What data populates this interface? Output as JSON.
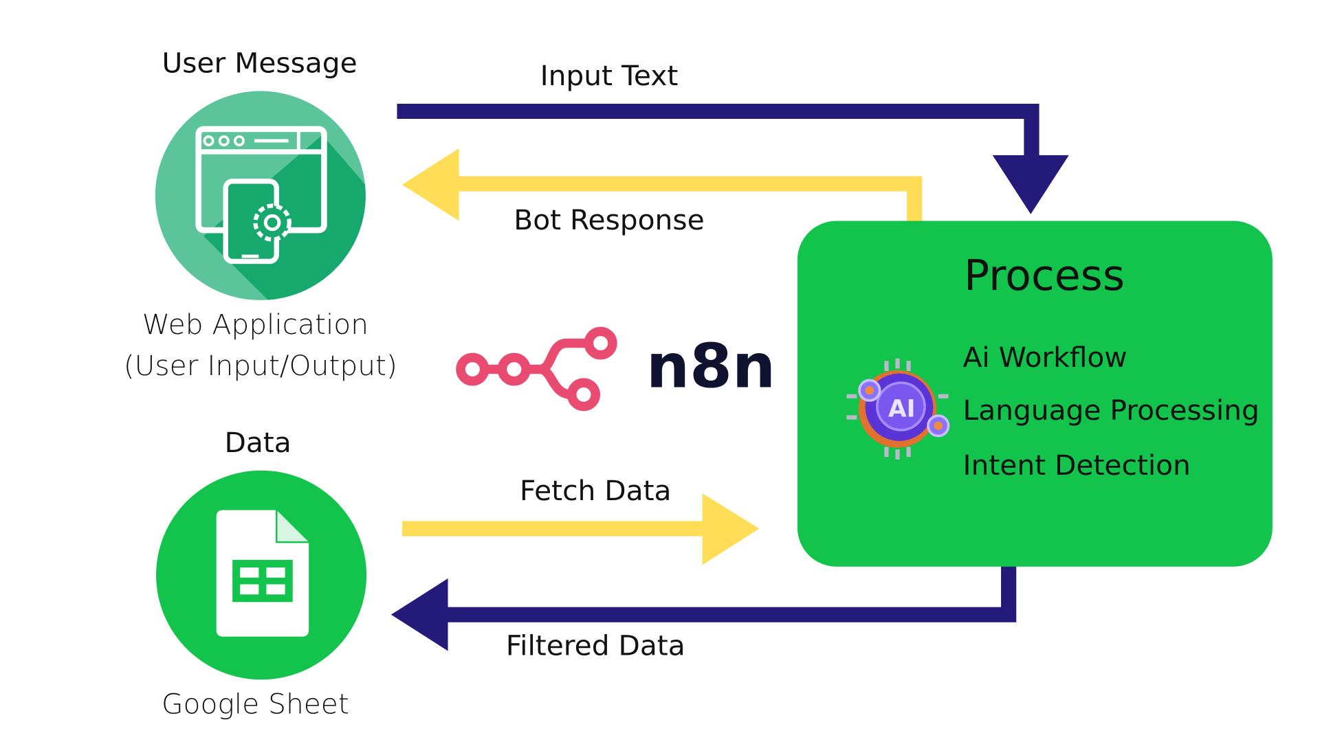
{
  "colors": {
    "navy": "#241a7a",
    "yellow": "#ffdd57",
    "green": "#12c44c",
    "teal_light": "#5cc49a",
    "teal_dark": "#17a86e",
    "n8n_pink": "#ea4b71",
    "n8n_text": "#101330"
  },
  "web_app": {
    "title": "User Message",
    "caption_line1": "Web Application",
    "caption_line2": "(User Input/Output)",
    "icon": "web-app-settings-icon"
  },
  "data_source": {
    "title": "Data",
    "caption": "Google Sheet",
    "icon": "google-sheets-icon"
  },
  "arrows": {
    "input_text": "Input Text",
    "bot_response": "Bot Response",
    "fetch_data": "Fetch Data",
    "filtered_data": "Filtered Data"
  },
  "logo": {
    "text": "n8n",
    "icon": "n8n-logo-icon"
  },
  "process": {
    "title": "Process",
    "icon": "ai-chip-icon",
    "items": [
      "Ai Workflow",
      "Language Processing",
      "Intent Detection"
    ]
  }
}
